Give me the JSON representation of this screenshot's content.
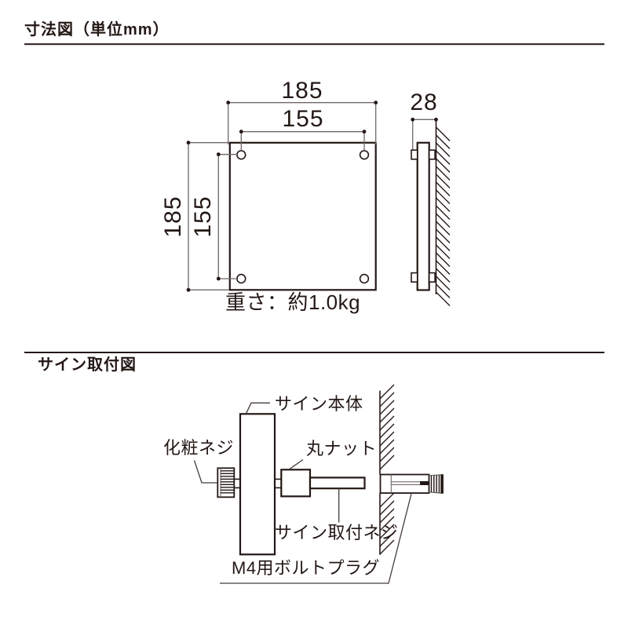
{
  "sections": [
    {
      "title": "寸法図（単位mm）"
    },
    {
      "title": "サイン取付図"
    }
  ],
  "dimension_diagram": {
    "front_view": {
      "outer_width": "185",
      "hole_pitch_width": "155",
      "outer_height": "185",
      "hole_pitch_height": "155"
    },
    "side_view": {
      "depth": "28"
    },
    "weight_label": "重さ：約1.0kg"
  },
  "mounting_diagram": {
    "labels": {
      "sign_body": "サイン本体",
      "decorative_screw": "化粧ネジ",
      "round_nut": "丸ナット",
      "mounting_screw": "サイン取付ネジ",
      "bolt_plug": "M4用ボルトプラグ"
    }
  },
  "colors": {
    "ink": "#231815",
    "thin_line": "#6e6866"
  }
}
